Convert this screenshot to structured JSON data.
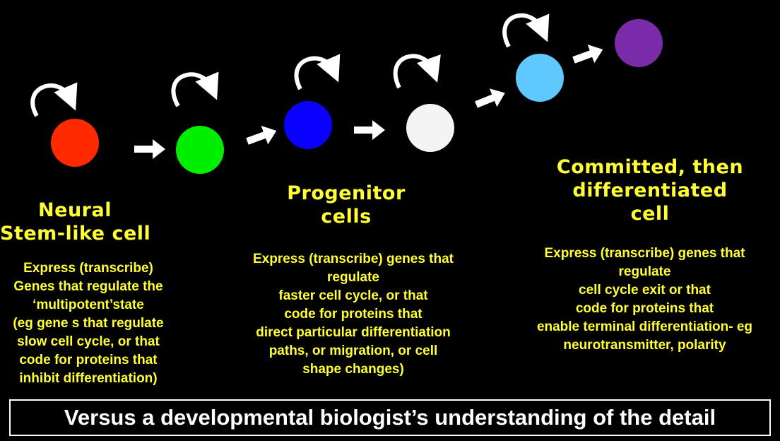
{
  "colors": {
    "background": "#000000",
    "text": "#ffff33",
    "arrow": "#ffffff",
    "cells": [
      "#ff2a00",
      "#00ee00",
      "#0a00ff",
      "#f4f4f4",
      "#5fc8ff",
      "#7a2ba8"
    ]
  },
  "stages": {
    "stem": {
      "title": [
        "Neural",
        "Stem-like cell"
      ],
      "desc": [
        "Express (transcribe)",
        "Genes that regulate the",
        "‘multipotent’state",
        "(eg gene s that regulate",
        "slow cell cycle, or that",
        "code for proteins that",
        "inhibit differentiation)"
      ]
    },
    "progenitor": {
      "title": [
        "Progenitor",
        "cells"
      ],
      "desc": [
        "Express (transcribe) genes that",
        "regulate",
        "faster cell cycle, or that",
        "code for proteins that",
        "direct particular differentiation",
        "paths, or migration, or cell",
        "shape changes)"
      ]
    },
    "committed": {
      "title": [
        "Committed, then",
        "differentiated",
        "cell"
      ],
      "desc": [
        "Express (transcribe) genes that",
        "regulate",
        "cell cycle exit or that",
        "code for proteins that",
        "enable terminal differentiation- eg",
        "neurotransmitter, polarity"
      ]
    }
  },
  "banner": "Versus a developmental biologist’s understanding of the detail"
}
